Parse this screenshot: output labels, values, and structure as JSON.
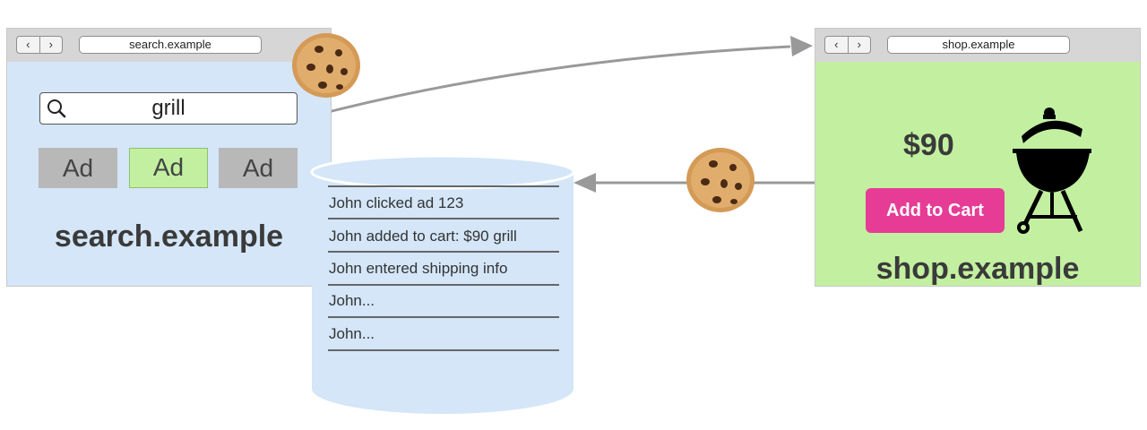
{
  "search_site": {
    "url": "search.example",
    "nav_back": "‹",
    "nav_forward": "›",
    "query": "grill",
    "ads": [
      "Ad",
      "Ad",
      "Ad"
    ],
    "site_name": "search.example",
    "icons": {
      "search": "magnifier-icon",
      "cookie": "cookie-icon"
    }
  },
  "shop_site": {
    "url": "shop.example",
    "nav_back": "‹",
    "nav_forward": "›",
    "price": "$90",
    "add_to_cart": "Add to Cart",
    "site_name": "shop.example",
    "icons": {
      "product": "grill-icon",
      "cookie": "cookie-icon"
    }
  },
  "database": {
    "rows": [
      "John clicked ad 123",
      "John added to cart: $90 grill",
      "John entered shipping info",
      "John...",
      "John..."
    ]
  },
  "colors": {
    "search_bg": "#d4e6f8",
    "shop_bg": "#c2f0a0",
    "db_bg": "#d4e6f8",
    "cart_button": "#e63c96",
    "arrow": "#999999"
  }
}
